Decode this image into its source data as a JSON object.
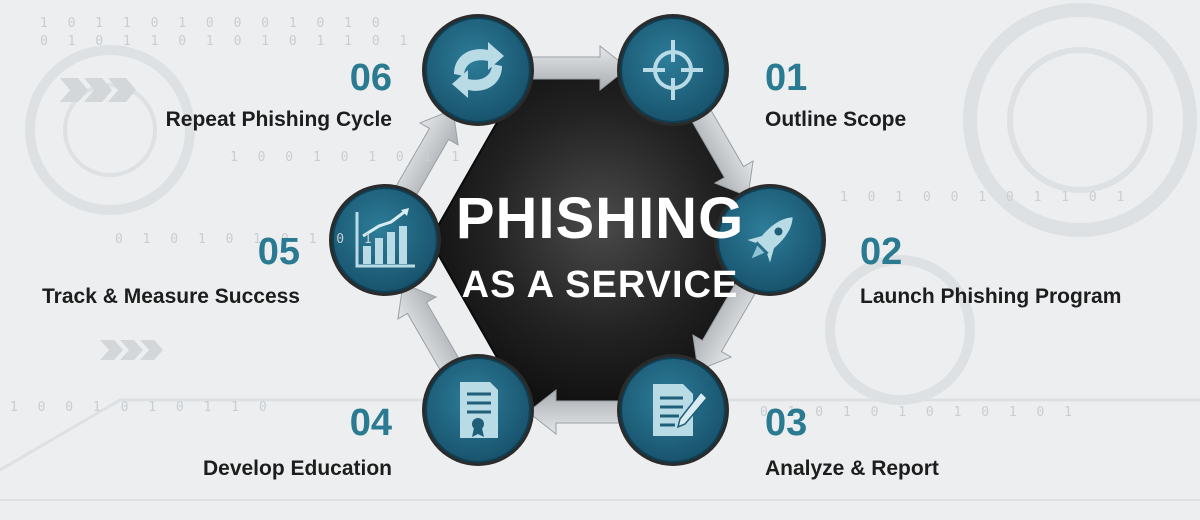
{
  "center": {
    "line1": "PHISHING",
    "line2": "AS A SERVICE"
  },
  "steps": [
    {
      "number": "01",
      "label": "Outline Scope",
      "icon": "crosshair-icon"
    },
    {
      "number": "02",
      "label": "Launch Phishing Program",
      "icon": "rocket-icon"
    },
    {
      "number": "03",
      "label": "Analyze & Report",
      "icon": "document-pen-icon"
    },
    {
      "number": "04",
      "label": "Develop Education",
      "icon": "certificate-icon"
    },
    {
      "number": "05",
      "label": "Track & Measure Success",
      "icon": "bar-chart-icon"
    },
    {
      "number": "06",
      "label": "Repeat Phishing Cycle",
      "icon": "refresh-icon"
    }
  ],
  "background_bits": {
    "row1": "1 0 1 1 0 1 0 0 0 1 0 1 0",
    "row2": "0 1 0 1 1 0 1 0 1 0 1 1 0 1",
    "row3": "1 0 0 1 0 1 0 1 1",
    "row4": "0 1 0 1 0 1 0 1 0 1",
    "row5": "1 0 0 1 0 1 0 1 1 0",
    "row6": "0 1 0 1 0 1 0 1 0 1 0 1",
    "row7": "1 0 1 0 0 1 0 1 1 0 1"
  },
  "colors": {
    "accent": "#2a7a92",
    "circle_fill": "#1f5f78",
    "hub_dark": "#1a1a1a",
    "arrow": "#b8bcbf",
    "background": "#eceeef"
  }
}
